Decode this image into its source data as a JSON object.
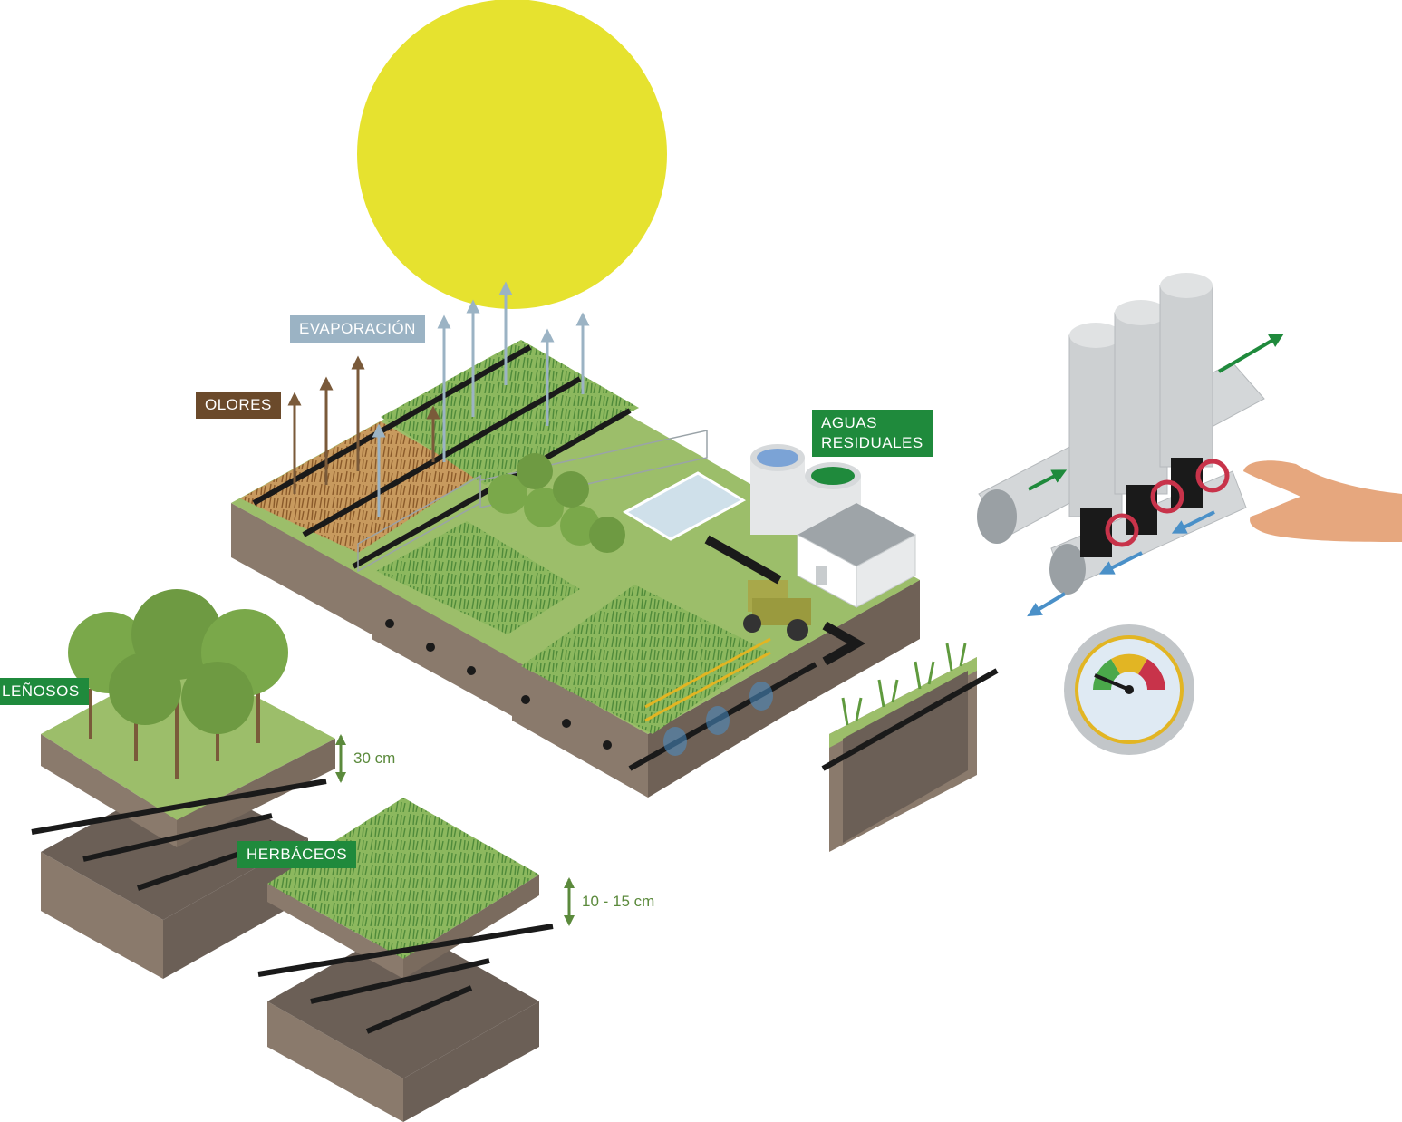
{
  "labels": {
    "evaporacion": "EVAPORACIÓN",
    "olores": "OLORES",
    "aguas_residuales_1": "AGUAS",
    "aguas_residuales_2": "RESIDUALES",
    "lenosos": "LEÑOSOS",
    "herbaceos": "HERBÁCEOS"
  },
  "measurements": {
    "lenosos_depth": "30 cm",
    "herbaceos_depth": "10 - 15 cm"
  },
  "colors": {
    "sun": "#e6e22f",
    "grass": "#9cbe6a",
    "soil": "#8a7a6c",
    "soil_dark": "#6b5f56",
    "pipe": "#1a1a1a",
    "label_green": "#1f8a3c",
    "label_brown": "#6b4a2b",
    "label_blue": "#9bb3c4",
    "water_arrow": "#4a90c8",
    "flow_arrow": "#1f8a3c",
    "valve": "#c8334a"
  },
  "icons": [
    "sun-icon",
    "tree-icon",
    "grass-icon",
    "tractor-icon",
    "building-icon",
    "tank-icon",
    "filter-icon",
    "valve-icon",
    "pressure-gauge-icon",
    "hand-icon",
    "pipe-icon"
  ]
}
